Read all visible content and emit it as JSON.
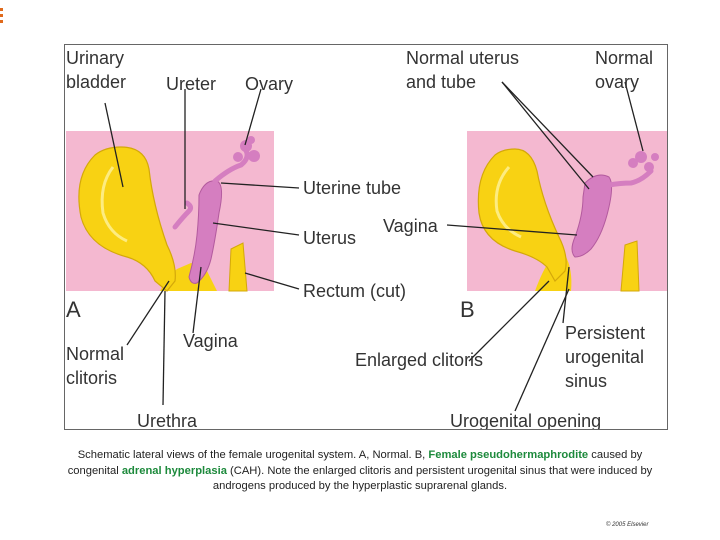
{
  "figure": {
    "labels": {
      "urinary_bladder": "Urinary\nbladder",
      "ureter": "Ureter",
      "ovary": "Ovary",
      "normal_uterus_tube": "Normal uterus\nand tube",
      "normal_ovary": "Normal\novary",
      "uterine_tube": "Uterine tube",
      "vagina_right": "Vagina",
      "uterus": "Uterus",
      "rectum": "Rectum (cut)",
      "panel_a": "A",
      "panel_b": "B",
      "vagina_left": "Vagina",
      "normal_clitoris": "Normal\nclitoris",
      "enlarged_clitoris": "Enlarged clitoris",
      "persistent_sinus": "Persistent\nurogenital\nsinus",
      "urethra": "Urethra",
      "urogenital_opening": "Urogenital opening"
    },
    "colors": {
      "tissue_pink": "#f4b8d0",
      "bladder_yellow": "#f8d213",
      "uterus_magenta": "#d57ec0",
      "leader_line": "#222222"
    }
  },
  "caption": {
    "part1": "Schematic lateral views of the female urogenital system. A, Normal. B, ",
    "highlight1": "Female pseudohermaphrodite",
    "part2": " caused by congenital ",
    "highlight2": "adrenal hyperplasia",
    "part3": " (CAH). Note the enlarged clitoris and persistent urogenital sinus that were induced by androgens produced by the hyperplastic suprarenal glands."
  },
  "credit": "© 2005 Elsevier"
}
